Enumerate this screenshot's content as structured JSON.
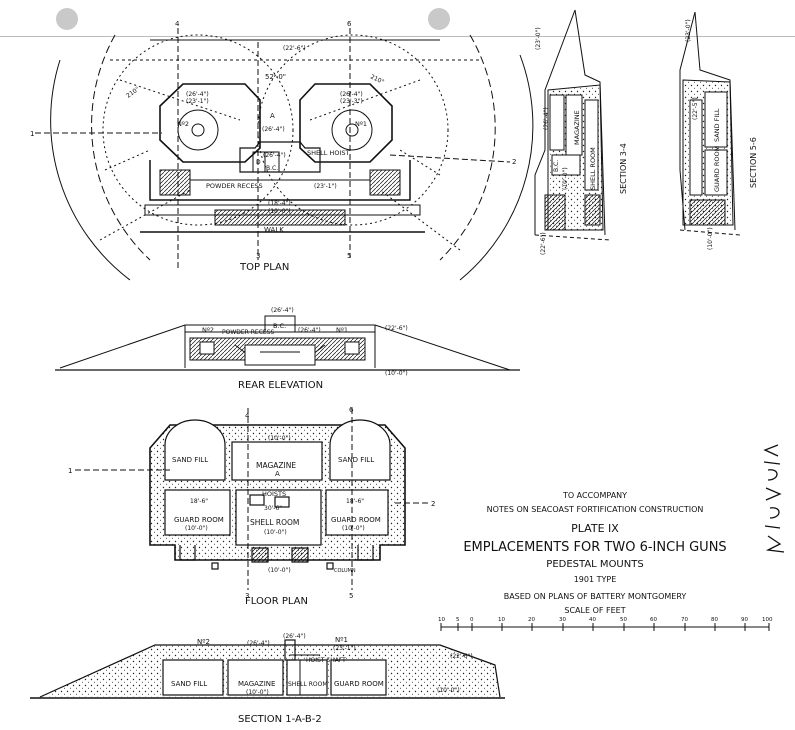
{
  "sheet": {
    "top_plan": {
      "title": "TOP PLAN",
      "labels": [
        "(22'-6\")",
        "52'-0\"",
        "210°",
        "210°",
        "(26'-4\")",
        "(23'-1\")",
        "(26'-4\")",
        "(23'-3\")",
        "Nº2",
        "A",
        "Nº1",
        "(26'-4\")",
        "SHELL HOIST",
        "(26'-4\")",
        "D",
        "B.C.",
        "POWDER RECESS",
        "(23'-1\")",
        "(18'-4\")",
        "(10'-0\")",
        "WALK",
        "1",
        "2",
        "3",
        "5",
        "4",
        "6"
      ]
    },
    "section_34": {
      "title": "SECTION 3-4",
      "labels": [
        "(23'-0\")",
        "(26'-4\")",
        "MAGAZINE",
        "SHELL ROOM",
        "B.C.",
        "(10'-0\")",
        "(22'-6\")"
      ]
    },
    "section_56": {
      "title": "SECTION 5-6",
      "labels": [
        "(23'-0\")",
        "(22'-5\")",
        "SAND FILL",
        "GUARD ROOM",
        "(10'-0\")"
      ]
    },
    "rear_elevation": {
      "title": "REAR ELEVATION",
      "labels": [
        "(26'-4\")",
        "B.C.",
        "Nº2",
        "POWDER RECESS",
        "(26'-4\")",
        "Nº1",
        "(22'-6\")",
        "(10'-0\")"
      ]
    },
    "floor_plan": {
      "title": "FLOOR PLAN",
      "labels": [
        "(10'-0\")",
        "MAGAZINE",
        "A",
        "SAND FILL",
        "SAND FILL",
        "HOISTS",
        "18'-6\"",
        "30'-6\"",
        "18'-6\"",
        "GUARD ROOM",
        "(10'-0\")",
        "SHELL ROOM",
        "(10'-0\")",
        "GUARD ROOM",
        "(10'-0\")",
        "COLUMN",
        "(10'-0\")",
        "1",
        "2",
        "4",
        "6",
        "3",
        "5"
      ]
    },
    "section_1ab2": {
      "title": "SECTION 1-A-B-2",
      "labels": [
        "Nº2",
        "(26'-4\")",
        "(26'-4\")",
        "Nº1",
        "(23'-1\")",
        "HOIST SHAFT",
        "(22'-6\")",
        "SAND FILL",
        "MAGAZINE",
        "(10'-0\")",
        "SHELL ROOM",
        "GUARD ROOM",
        "(10'-0\")"
      ]
    },
    "caption": {
      "line1": "TO ACCOMPANY",
      "line2": "NOTES ON SEACOAST FORTIFICATION CONSTRUCTION",
      "plate": "PLATE IX",
      "title": "EMPLACEMENTS FOR TWO 6-INCH GUNS",
      "subtitle": "PEDESTAL MOUNTS",
      "type": "1901 TYPE",
      "based": "BASED ON PLANS OF BATTERY MONTGOMERY",
      "scale_label": "SCALE OF FEET",
      "scale_ticks": [
        "10",
        "5",
        "0",
        "10",
        "20",
        "30",
        "40",
        "50",
        "60",
        "70",
        "80",
        "90",
        "100"
      ]
    }
  }
}
